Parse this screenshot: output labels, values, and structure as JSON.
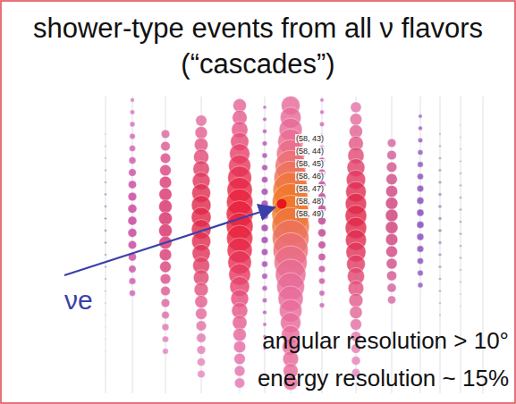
{
  "diagram": {
    "title": "shower-type events from all ν flavors (“cascades”)",
    "labels": [
      "νe",
      "(58, 43)",
      "(58, 44)",
      "(58, 45)",
      "(58, 46)",
      "(58, 47)",
      "(58, 48)",
      "(58, 49)",
      "angular resolution > 10°",
      "energy resolution ~ 15%"
    ]
  }
}
